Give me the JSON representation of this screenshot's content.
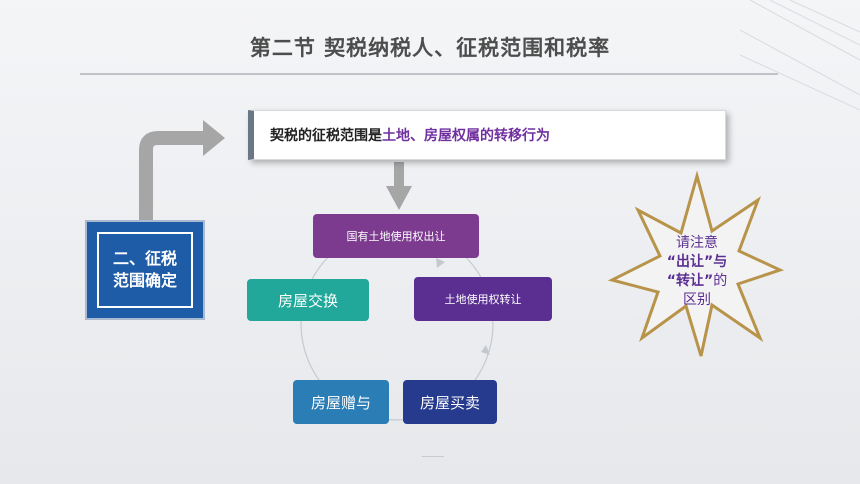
{
  "slide": {
    "title": "第二节 契税纳税人、征税范围和税率",
    "intro": {
      "prefix": "契税的征税范围是",
      "highlight": "土地、房屋权属的转移行为"
    },
    "section_label_line1": "二、征税",
    "section_label_line2": "范围确定",
    "nodes": {
      "top": "国有土地使用权出让",
      "left": "房屋交换",
      "right": "土地使用权转让",
      "bottom_left": "房屋赠与",
      "bottom_right": "房屋买卖"
    },
    "note": {
      "line1": "请注意",
      "q1": "“出让”",
      "and": "与",
      "q2": "“转让”",
      "of": "的",
      "line4": "区别"
    },
    "colors": {
      "highlight_purple": "#7030a0",
      "section_blue": "#1f5ca8",
      "arrow_gray": "#a6a6a6",
      "star_border": "#b8934a",
      "node_top": "#7c3b8e",
      "node_left": "#21a89a",
      "node_right": "#5b2f92",
      "node_bottom_left": "#2a7db5",
      "node_bottom_right": "#263a8e"
    }
  }
}
